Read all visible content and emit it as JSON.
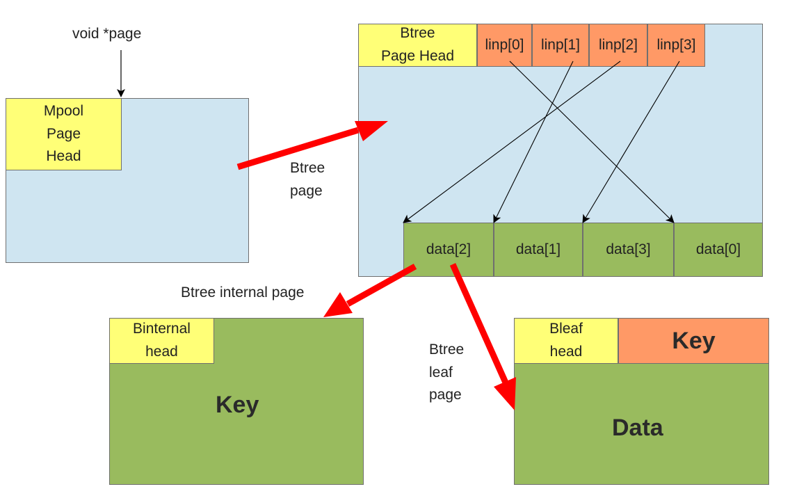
{
  "colors": {
    "page_blue": "#cfe5f1",
    "head_yellow": "#ffff77",
    "slot_orange": "#ff9966",
    "data_green": "#99bb5e",
    "arrow_red": "#ff0000",
    "line_black": "#000000"
  },
  "labels": {
    "void_page": "void *page",
    "btree_page": [
      "Btree",
      "page"
    ],
    "btree_internal_page": "Btree internal page",
    "btree_leaf_page": [
      "Btree",
      "leaf",
      "page"
    ]
  },
  "mpool_page": {
    "head": [
      "Mpool",
      "Page",
      "Head"
    ]
  },
  "btree_page": {
    "head": [
      "Btree",
      "Page Head"
    ],
    "linp": [
      "linp[0]",
      "linp[1]",
      "linp[2]",
      "linp[3]"
    ],
    "data": [
      "data[2]",
      "data[1]",
      "data[3]",
      "data[0]"
    ]
  },
  "internal_page": {
    "head": [
      "Binternal",
      "head"
    ],
    "key": "Key"
  },
  "leaf_page": {
    "head": [
      "Bleaf",
      "head"
    ],
    "key": "Key",
    "data": "Data"
  }
}
